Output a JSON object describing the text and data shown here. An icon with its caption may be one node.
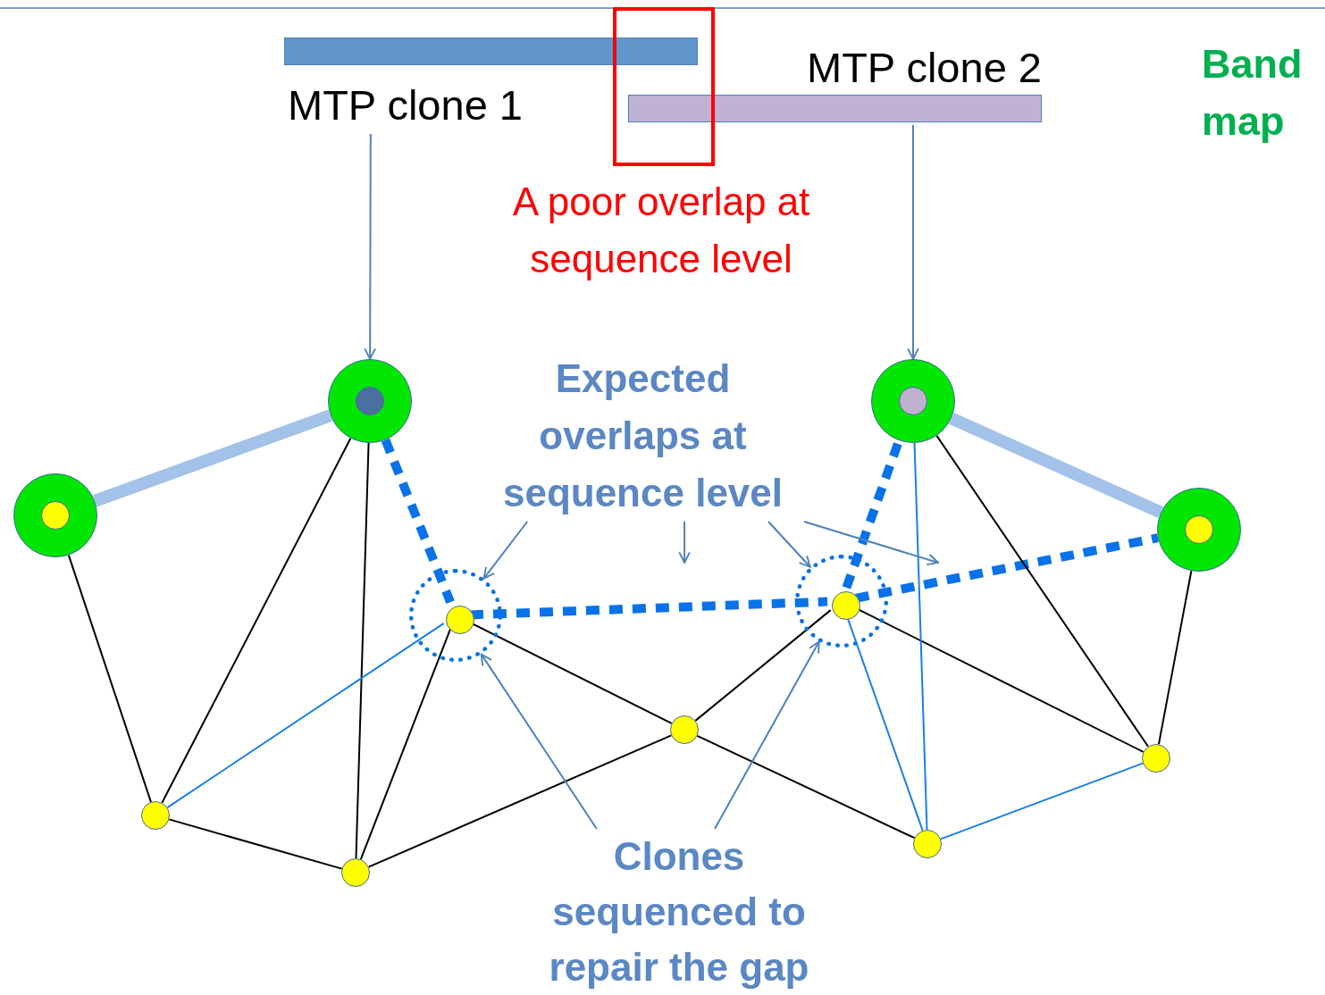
{
  "diagram": {
    "nodes": [
      {
        "text": [
          "MTP clone 1"
        ]
      },
      {
        "text": [
          "MTP clone 2"
        ]
      },
      {
        "text": [
          "A poor overlap at sequence level"
        ]
      },
      {
        "text": [
          "Expected overlaps at sequence level"
        ]
      },
      {
        "text": [],
        "shape": "circle"
      },
      {
        "text": [],
        "shape": "circle"
      },
      {
        "text": [],
        "shape": "circle"
      },
      {
        "text": [],
        "shape": "circle"
      },
      {
        "text": [],
        "shape": "circle"
      },
      {
        "text": [],
        "shape": "circle",
        "in": 8
      },
      {
        "text": [],
        "shape": "circle"
      },
      {
        "text": [],
        "shape": "circle",
        "in": 10
      },
      {
        "text": [],
        "shape": "circle"
      },
      {
        "text": [],
        "shape": "circle"
      },
      {
        "text": [],
        "shape": "circle"
      },
      {
        "text": [],
        "shape": "circle"
      },
      {
        "text": [],
        "shape": "circle"
      },
      {
        "text": [
          "Clones sequenced to repair the gap"
        ]
      }
    ],
    "edges": [
      {
        "from": 0,
        "to": 4,
        "arrow": "to",
        "color": "#4f81bd"
      },
      {
        "from": 1,
        "to": 5,
        "arrow": "to",
        "color": "#4f81bd"
      },
      {
        "from": 4,
        "to": 6,
        "arrow": "none",
        "style": "thick",
        "color": "#a3c2ea"
      },
      {
        "from": 5,
        "to": 7,
        "arrow": "none",
        "style": "thick",
        "color": "#a3c2ea"
      },
      {
        "from": 4,
        "to": 9,
        "arrow": "none",
        "style": "dashed",
        "color": "#0a72e8"
      },
      {
        "from": 9,
        "to": 11,
        "arrow": "none",
        "style": "dashed",
        "color": "#0a72e8"
      },
      {
        "from": 11,
        "to": 5,
        "arrow": "none",
        "style": "dashed",
        "color": "#0a72e8"
      },
      {
        "from": 11,
        "to": 7,
        "arrow": "none",
        "style": "dashed",
        "color": "#0a72e8"
      },
      {
        "from": 6,
        "to": 14,
        "arrow": "none"
      },
      {
        "from": 4,
        "to": 14,
        "arrow": "none"
      },
      {
        "from": 4,
        "to": 16,
        "arrow": "none"
      },
      {
        "from": 9,
        "to": 16,
        "arrow": "none"
      },
      {
        "from": 9,
        "to": 12,
        "arrow": "none"
      },
      {
        "from": 14,
        "to": 16,
        "arrow": "none"
      },
      {
        "from": 16,
        "to": 12,
        "arrow": "none"
      },
      {
        "from": 12,
        "to": 11,
        "arrow": "none"
      },
      {
        "from": 12,
        "to": 15,
        "arrow": "none"
      },
      {
        "from": 11,
        "to": 13,
        "arrow": "none"
      },
      {
        "from": 5,
        "to": 13,
        "arrow": "none"
      },
      {
        "from": 7,
        "to": 13,
        "arrow": "none"
      },
      {
        "from": 9,
        "to": 14,
        "arrow": "none",
        "color": "#1a7fe8"
      },
      {
        "from": 11,
        "to": 15,
        "arrow": "none",
        "color": "#1a7fe8"
      },
      {
        "from": 5,
        "to": 15,
        "arrow": "none",
        "color": "#1a7fe8"
      },
      {
        "from": 15,
        "to": 13,
        "arrow": "none",
        "color": "#1a7fe8"
      },
      {
        "from": 3,
        "to": 8,
        "arrow": "to",
        "color": "#4f81bd"
      },
      {
        "from": 3,
        "to": null,
        "arrow": "to",
        "color": "#4f81bd"
      },
      {
        "from": 3,
        "to": 10,
        "arrow": "to",
        "color": "#4f81bd"
      },
      {
        "from": 3,
        "to": null,
        "arrow": "to",
        "color": "#4f81bd"
      },
      {
        "from": 17,
        "to": 8,
        "arrow": "to",
        "color": "#4f81bd"
      },
      {
        "from": 17,
        "to": 10,
        "arrow": "to",
        "color": "#4f81bd"
      }
    ],
    "labels": [
      "Band map"
    ]
  }
}
